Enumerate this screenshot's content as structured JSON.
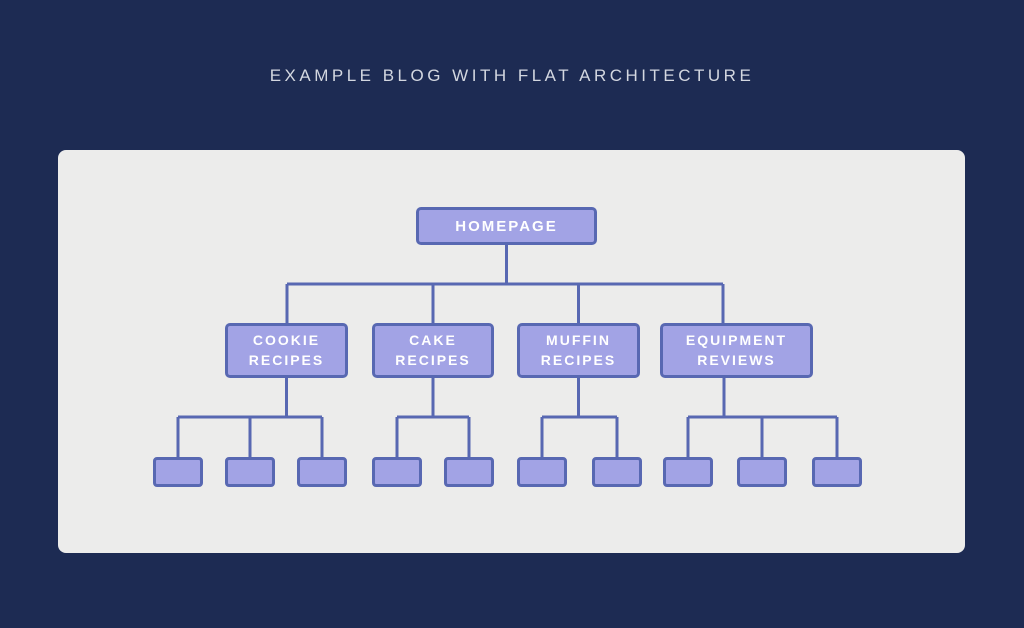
{
  "title": "EXAMPLE BLOG WITH FLAT ARCHITECTURE",
  "tree": {
    "root_label": "HOMEPAGE",
    "categories": [
      {
        "label": "COOKIE RECIPES",
        "page_count": 3
      },
      {
        "label": "CAKE RECIPES",
        "page_count": 2
      },
      {
        "label": "MUFFIN RECIPES",
        "page_count": 2
      },
      {
        "label": "EQUIPMENT REVIEWS",
        "page_count": 3
      }
    ],
    "total_leaf_pages": 10
  },
  "colors": {
    "background": "#1d2b53",
    "panel": "#ececeb",
    "node_fill": "#a2a3e5",
    "node_border": "#5868b2",
    "connector": "#5868b2",
    "title_text": "#d3d7e0",
    "node_text": "#ffffff"
  }
}
